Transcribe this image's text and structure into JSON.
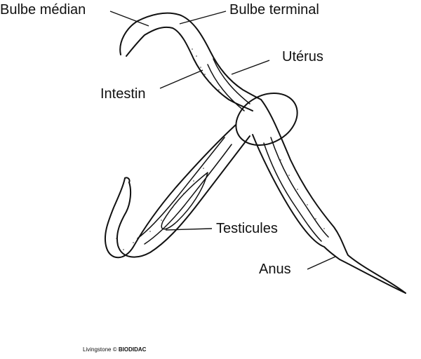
{
  "labels": {
    "bulbe_median": "Bulbe médian",
    "bulbe_terminal": "Bulbe terminal",
    "uterus": "Utérus",
    "intestin": "Intestin",
    "testicules": "Testicules",
    "anus": "Anus"
  },
  "credit": {
    "author": "Livingstone",
    "symbol": "©",
    "source": "BIODIDAC"
  },
  "colors": {
    "ink": "#111111",
    "background": "#ffffff"
  }
}
